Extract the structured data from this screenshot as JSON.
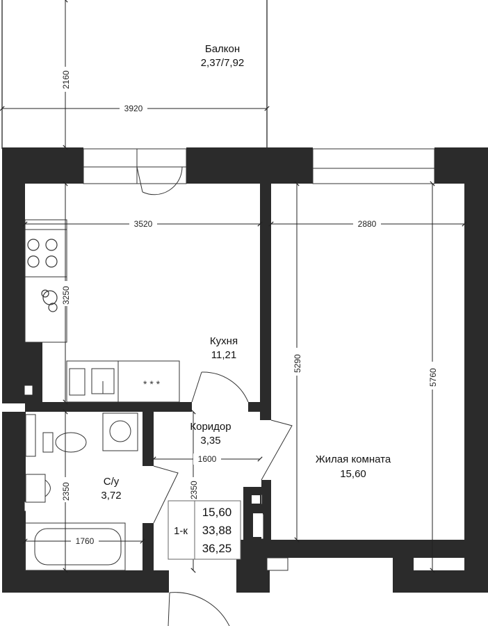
{
  "rooms": {
    "balcony": {
      "name": "Балкон",
      "area": "2,37/7,92"
    },
    "kitchen": {
      "name": "Кухня",
      "area": "11,21"
    },
    "corridor": {
      "name": "Коридор",
      "area": "3,35"
    },
    "bathroom": {
      "name": "С/у",
      "area": "3,72"
    },
    "living": {
      "name": "Жилая комната",
      "area": "15,60"
    }
  },
  "dimensions": {
    "balcony_height": "2160",
    "balcony_width": "3920",
    "kitchen_width": "3520",
    "kitchen_depth": "3250",
    "living_width": "2880",
    "living_inner_height": "5290",
    "living_height": "5760",
    "corridor_width": "1600",
    "corridor_height": "2350",
    "bathroom_height": "2350",
    "bathroom_width": "1760"
  },
  "summary": {
    "type": "1-к",
    "living_area": "15,60",
    "total_area": "33,88",
    "total_with_balcony": "36,25"
  }
}
